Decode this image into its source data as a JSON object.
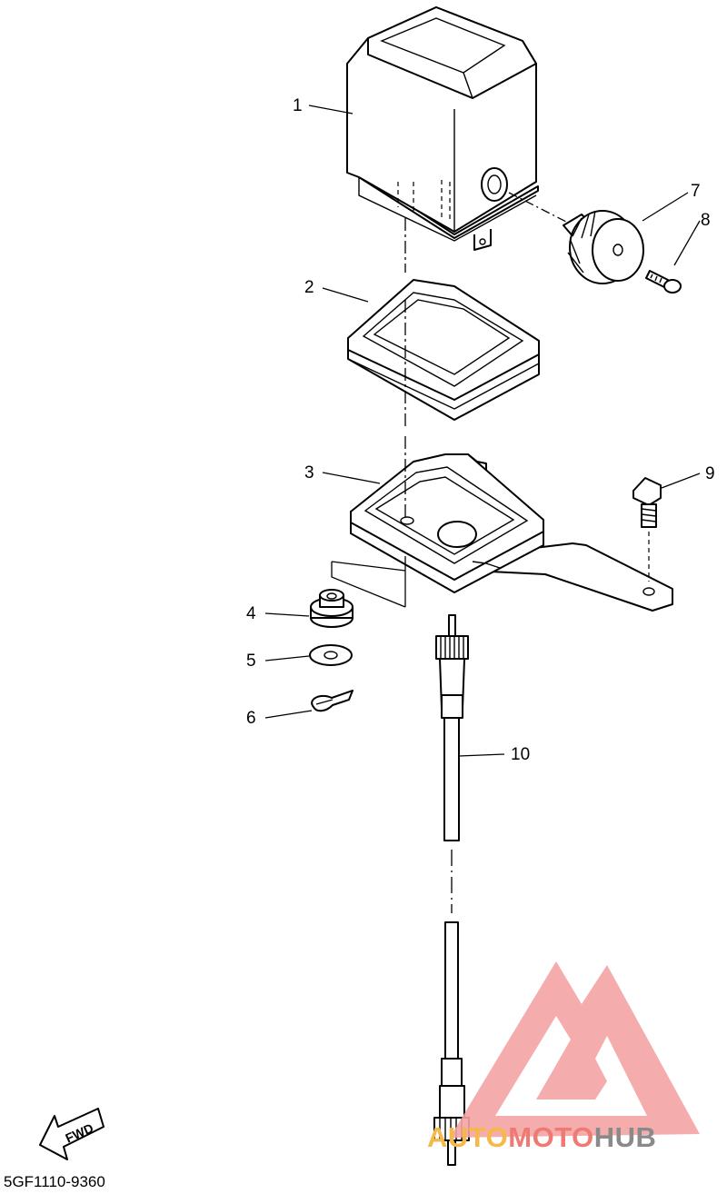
{
  "callouts": [
    {
      "num": "1"
    },
    {
      "num": "2"
    },
    {
      "num": "3"
    },
    {
      "num": "4"
    },
    {
      "num": "5"
    },
    {
      "num": "6"
    },
    {
      "num": "7"
    },
    {
      "num": "8"
    },
    {
      "num": "9"
    },
    {
      "num": "10"
    }
  ],
  "fwd_label": "FWD",
  "diagram_code": "5GF1110-9360",
  "watermark": {
    "part1": "AUTO",
    "part2": "MOTO",
    "part3": "HUB",
    "colors": {
      "logo": "#f4a3a3",
      "auto": "#f5b94a",
      "moto": "#ef7a74",
      "hub": "#8a8a8a"
    }
  }
}
